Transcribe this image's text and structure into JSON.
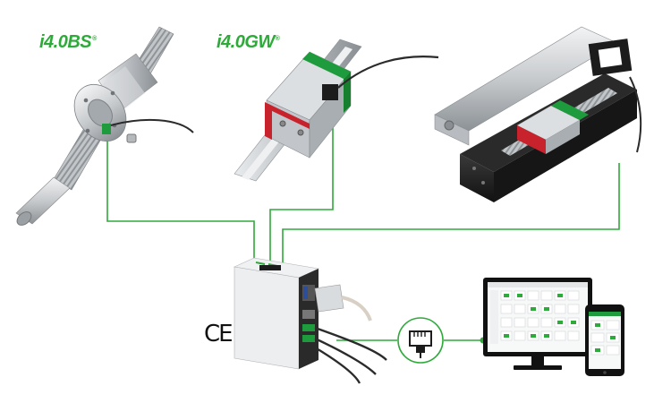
{
  "brands": {
    "ball_screw": "i4.0BS",
    "guideway": "i4.0GW",
    "registered_mark": "®"
  },
  "certification": "CE",
  "colors": {
    "accent_green": "#2eaa3a",
    "connector_green": "#1e9b3c",
    "block_red": "#c8232c",
    "housing_black": "#1c1c1c"
  },
  "icons": [
    "ball-screw-icon",
    "linear-guideway-icon",
    "linear-actuator-icon",
    "industrial-pc-icon",
    "ethernet-port-icon",
    "monitor-icon",
    "tablet-icon"
  ]
}
